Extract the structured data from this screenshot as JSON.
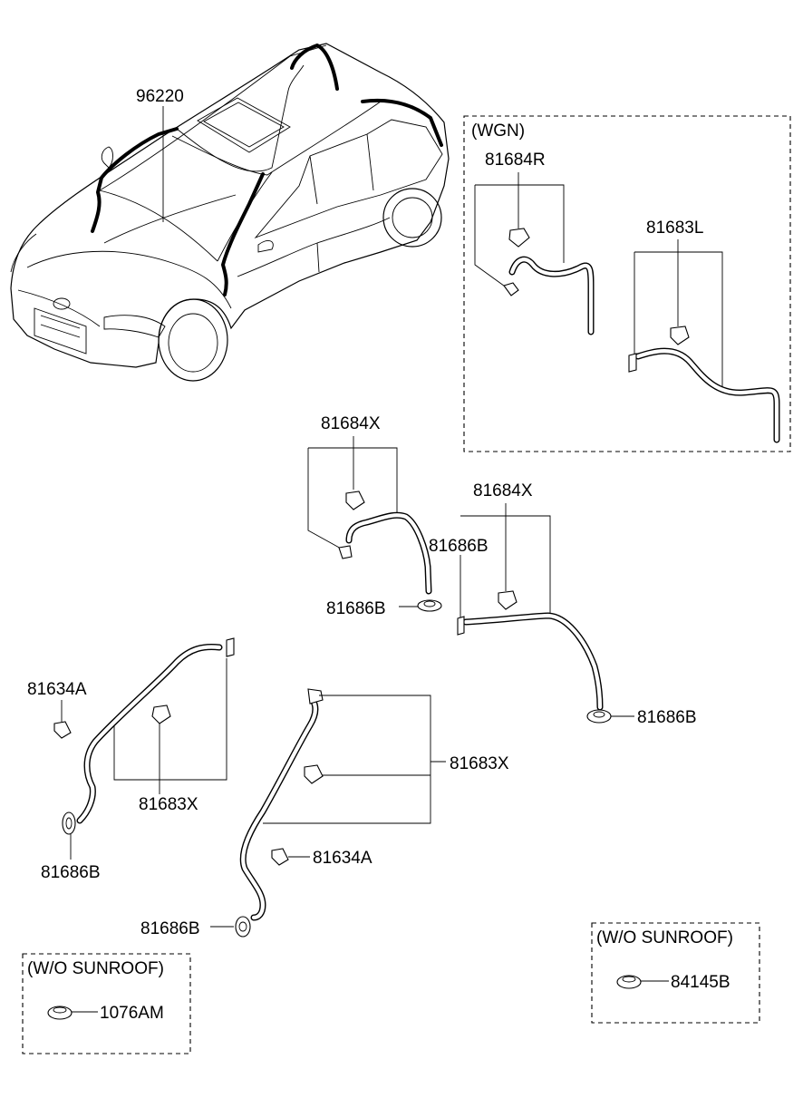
{
  "diagram": {
    "labels": {
      "wiring_harness": "96220",
      "wgn_group": "(WGN)",
      "wgn_hose_right": "81684R",
      "wgn_hose_left": "81683L",
      "front_hose_a": "81684X",
      "front_hose_b": "81684X",
      "grommet_upper_a": "81686B",
      "grommet_upper_b": "81686B",
      "grommet_right": "81686B",
      "clip_left": "81634A",
      "rear_hose_left": "81683X",
      "grommet_left": "81686B",
      "rear_hose_right": "81683X",
      "clip_center": "81634A",
      "grommet_center": "81686B",
      "wo_sunroof_left_group": "(W/O SUNROOF)",
      "plug_left": "1076AM",
      "wo_sunroof_right_group": "(W/O SUNROOF)",
      "plug_right": "84145B"
    }
  }
}
